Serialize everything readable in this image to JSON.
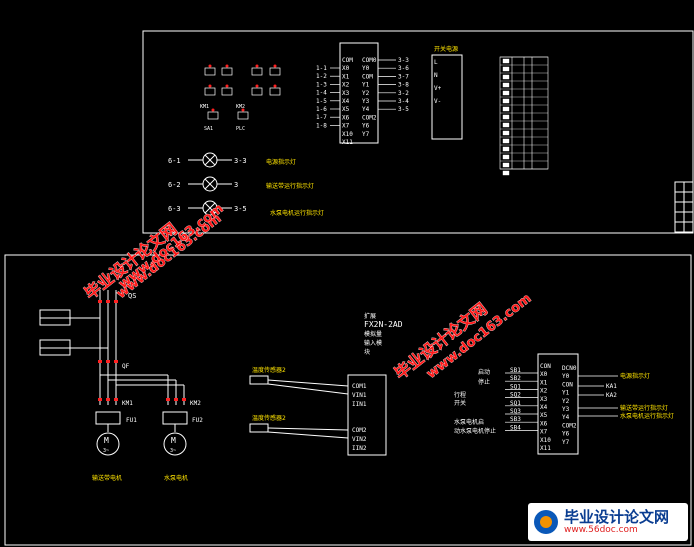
{
  "top_panel": {
    "plc_terminals_left": [
      "COM",
      "X0",
      "X1",
      "X2",
      "X3",
      "X4",
      "X5",
      "X6",
      "X7",
      "X10",
      "X11"
    ],
    "plc_terminals_right": [
      "COM0",
      "Y0",
      "COM",
      "Y1",
      "Y2",
      "Y3",
      "Y4",
      "COM2",
      "Y6",
      "Y7"
    ],
    "input_wires": [
      "1-1",
      "1-2",
      "1-3",
      "1-4",
      "1-5",
      "1-6",
      "1-7",
      "1-8"
    ],
    "output_wires": [
      "3-3",
      "3-6",
      "3-7",
      "3-8",
      "3-2",
      "3-4",
      "3-5"
    ],
    "power_module_title": "开关电源",
    "power_module_terms": [
      "L",
      "N",
      "V+",
      "V-"
    ],
    "lamps": [
      {
        "left": "6-1",
        "right": "3-3",
        "label": "电源指示灯"
      },
      {
        "left": "6-2",
        "right": "3",
        "label": "输送带运行指示灯"
      },
      {
        "left": "6-3",
        "right": "3-5",
        "label": "水泵电机运行指示灯"
      }
    ],
    "small_labels": [
      "SA1",
      "PLC",
      "KM1",
      "KM2"
    ]
  },
  "main_panel": {
    "qs_label": "QS",
    "qf_label": "QF",
    "km1_label": "KM1",
    "km2_label": "KM2",
    "fu1_label": "FU1",
    "fu2_label": "FU2",
    "motor1_letter": "M",
    "motor1_phase": "3~",
    "motor1_name": "输送带电机",
    "motor2_letter": "M",
    "motor2_phase": "3~",
    "motor2_name": "水泵电机",
    "analog_module": [
      "扩展",
      "FX2N-2AD",
      "模拟量",
      "输入模",
      "块"
    ],
    "sensor1": "温度传感器2",
    "sensor2": "温度传感器2",
    "ad_ch1": [
      "COM1",
      "VIN1",
      "IIN1"
    ],
    "ad_ch2": [
      "COM2",
      "VIN2",
      "IIN2"
    ],
    "plc2_left": [
      "CON",
      "X0",
      "X1",
      "X2",
      "X3",
      "X4",
      "X5",
      "X6",
      "X7",
      "X10",
      "X11"
    ],
    "plc2_right": [
      "DCN0",
      "Y0",
      "CON",
      "Y1",
      "Y2",
      "Y3",
      "Y4",
      "COM2",
      "Y6",
      "Y7"
    ],
    "switches": [
      "SB1",
      "SB2",
      "SQ1",
      "SQ2",
      "SQ1",
      "SQ3",
      "SB3",
      "SB4"
    ],
    "switch_labels": [
      "启动",
      "停止",
      "行程",
      "开关",
      "水泵电机启",
      "动水泵电机停止"
    ],
    "plc2_out": [
      "电源指示灯",
      "KA1",
      "KA2",
      "输送带运行指示灯",
      "水泵电机运行指示灯"
    ]
  },
  "watermarks": [
    {
      "cn": "毕业设计论文网",
      "url": "www.doc163.com"
    },
    {
      "cn": "毕业设计论文网",
      "url": "www.doc163.com"
    },
    {
      "cn": "毕业设计论文网",
      "url": "www.doc163.com"
    }
  ],
  "badge": {
    "title": "毕业设计论文网",
    "url": "www.56doc.com"
  }
}
